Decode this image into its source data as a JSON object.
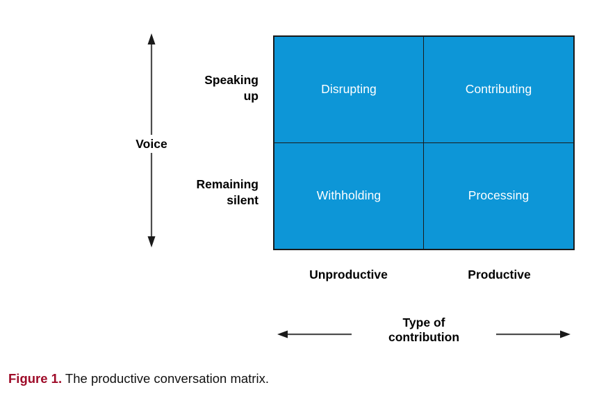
{
  "figure": {
    "caption_prefix": "Figure 1.",
    "caption_text": "The productive conversation matrix."
  },
  "colors": {
    "cell_fill": "#0d96d7",
    "cell_border": "#1a1a1a",
    "cell_text": "#ffffff",
    "label_text": "#000000",
    "caption_accent": "#9e0b28",
    "axis_line": "#4d4d4d"
  },
  "chart_data": {
    "type": "table",
    "title": "The productive conversation matrix",
    "xlabel": "Type of contribution",
    "ylabel": "Voice",
    "categories": [
      "Unproductive",
      "Productive"
    ],
    "rows": [
      "Speaking up",
      "Remaining silent"
    ],
    "cells": [
      [
        "Disrupting",
        "Contributing"
      ],
      [
        "Withholding",
        "Processing"
      ]
    ],
    "grid": true,
    "legend": "none"
  },
  "matrix": {
    "cells": [
      {
        "id": "top-left",
        "label": "Disrupting"
      },
      {
        "id": "top-right",
        "label": "Contributing"
      },
      {
        "id": "bottom-left",
        "label": "Withholding"
      },
      {
        "id": "bottom-right",
        "label": "Processing"
      }
    ]
  },
  "y_axis": {
    "title": "Voice",
    "rows": [
      {
        "line1": "Speaking",
        "line2": "up"
      },
      {
        "line1": "Remaining",
        "line2": "silent"
      }
    ]
  },
  "x_axis": {
    "title_line1": "Type of",
    "title_line2": "contribution",
    "columns": [
      {
        "label": "Unproductive"
      },
      {
        "label": "Productive"
      }
    ]
  }
}
